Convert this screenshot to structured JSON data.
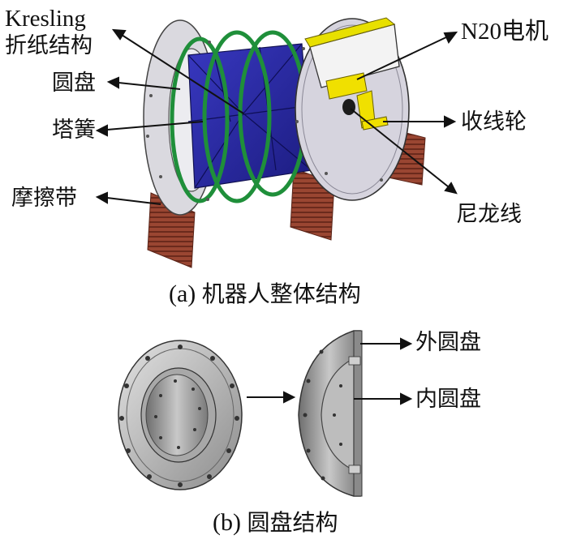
{
  "labels": {
    "kresling_line1": "Kresling",
    "kresling_line2": "折纸结构",
    "disc": "圆盘",
    "tower_spring": "塔簧",
    "friction_belt": "摩擦带",
    "n20_motor": "N20电机",
    "take_up_wheel": "收线轮",
    "nylon_line": "尼龙线",
    "outer_disc": "外圆盘",
    "inner_disc": "内圆盘"
  },
  "captions": {
    "a_tag": "(a)",
    "a_text": "机器人整体结构",
    "b_tag": "(b)",
    "b_text": "圆盘结构"
  },
  "colors": {
    "disc_fill": "#d8d6df",
    "kresling_blue": "#2f2fa8",
    "spring_green": "#1f8f3a",
    "belt_brown": "#8b3a2a",
    "motor_yellow": "#f0e000",
    "steel_gray": "#9a9a9a"
  }
}
